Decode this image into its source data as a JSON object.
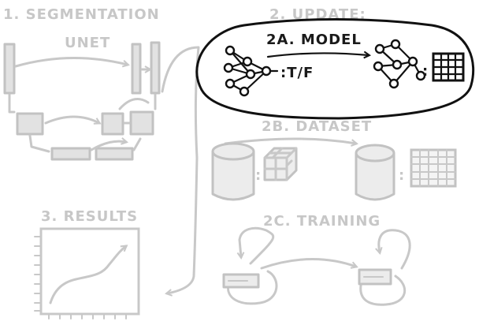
{
  "sections": {
    "segmentation": {
      "label": "1. SEGMENTATION",
      "sublabel": "UNET"
    },
    "update": {
      "label": "2. UPDATE:"
    },
    "model": {
      "label": "2A. MODEL",
      "tf_label": ":T/F",
      "colon": ":"
    },
    "dataset": {
      "label": "2B. DATASET",
      "colon_left": ":",
      "colon_right": ":"
    },
    "training": {
      "label": "2C. TRAINING"
    },
    "results": {
      "label": "3. RESULTS"
    }
  },
  "colors": {
    "active_ink": "#111111",
    "faded_ink": "#c8c8c8",
    "faded_fill": "#e2e2e2",
    "background": "#ffffff"
  },
  "icons": [
    "neural-network-icon",
    "grid-output-icon",
    "database-icon",
    "cube-icon",
    "loop-arrow-icon",
    "line-graph-icon"
  ]
}
